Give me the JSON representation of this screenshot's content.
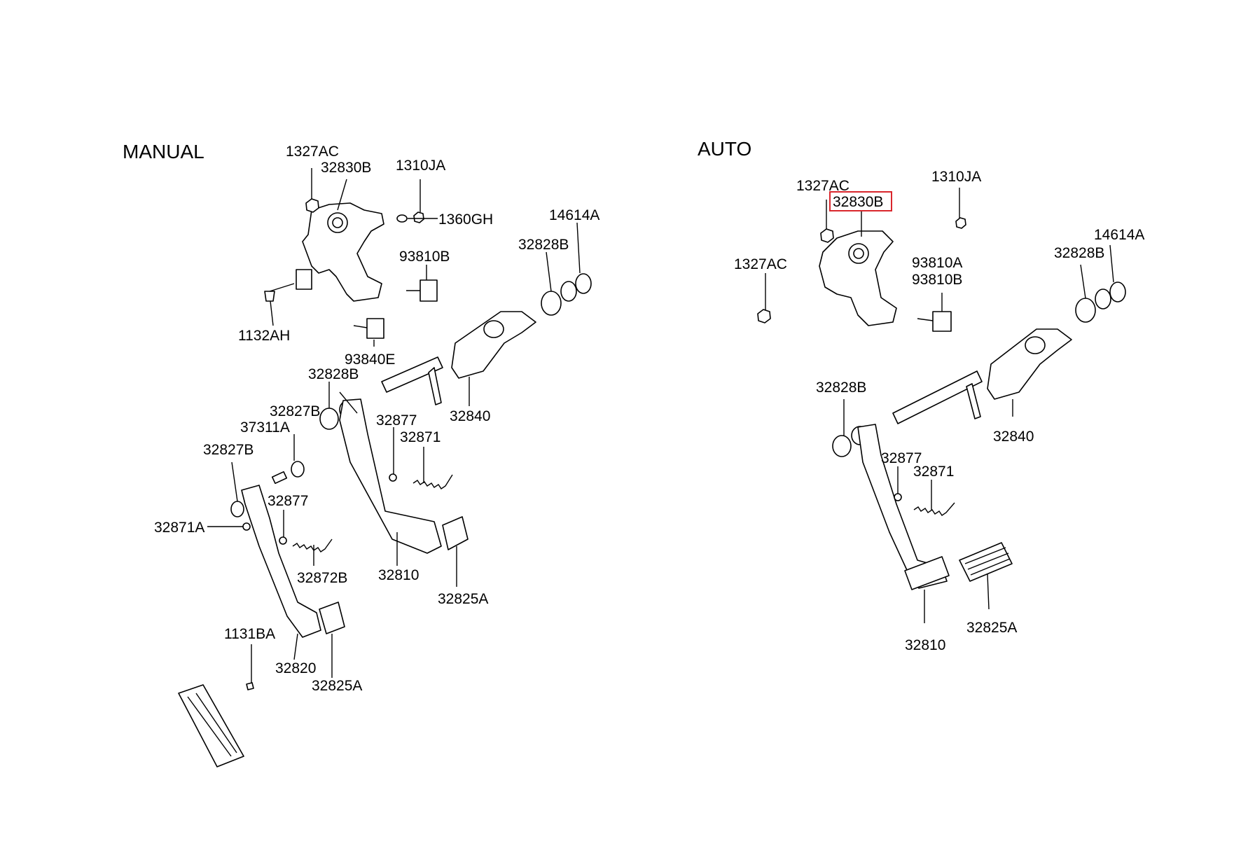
{
  "sections": {
    "manual": "MANUAL",
    "auto": "AUTO"
  },
  "manual_labels": {
    "m_1327AC": "1327AC",
    "m_32830B": "32830B",
    "m_1310JA": "1310JA",
    "m_1360GH": "1360GH",
    "m_14614A": "14614A",
    "m_32828B_top": "32828B",
    "m_93810B": "93810B",
    "m_1132AH": "1132AH",
    "m_93840E": "93840E",
    "m_32828B_mid": "32828B",
    "m_32840": "32840",
    "m_32827B_a": "32827B",
    "m_37311A": "37311A",
    "m_32877_a": "32877",
    "m_32871": "32871",
    "m_32827B_b": "32827B",
    "m_32877_b": "32877",
    "m_32871A": "32871A",
    "m_32872B": "32872B",
    "m_32810": "32810",
    "m_32825A_a": "32825A",
    "m_1131BA": "1131BA",
    "m_32820": "32820",
    "m_32825A_b": "32825A"
  },
  "auto_labels": {
    "a_1327AC_top": "1327AC",
    "a_32830B": "32830B",
    "a_1310JA": "1310JA",
    "a_14614A": "14614A",
    "a_1327AC_left": "1327AC",
    "a_93810A": "93810A",
    "a_93810B": "93810B",
    "a_32828B_top": "32828B",
    "a_32828B_mid": "32828B",
    "a_32840": "32840",
    "a_32877": "32877",
    "a_32871": "32871",
    "a_32810": "32810",
    "a_32825A": "32825A"
  },
  "colors": {
    "highlight": "#d9262c",
    "line": "#000000",
    "background": "#ffffff"
  }
}
